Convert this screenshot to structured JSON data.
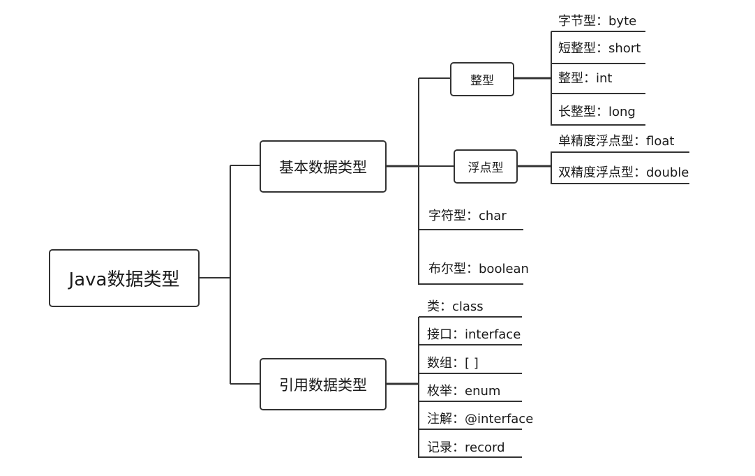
{
  "root": "Java数据类型",
  "primitive": {
    "label": "基本数据类型",
    "integer": {
      "label": "整型",
      "items": [
        "字节型：byte",
        "短整型：short",
        "整型：int",
        "长整型：long"
      ]
    },
    "floating": {
      "label": "浮点型",
      "items": [
        "单精度浮点型：float",
        "双精度浮点型：double"
      ]
    },
    "char": "字符型：char",
    "boolean": "布尔型：boolean"
  },
  "reference": {
    "label": "引用数据类型",
    "items": [
      "类：class",
      "接口：interface",
      "数组：[ ]",
      "枚举：enum",
      "注解：@interface",
      "记录：record"
    ]
  },
  "colors": {
    "line": "#333333",
    "border": "#333333",
    "text": "#1a1a1a"
  }
}
